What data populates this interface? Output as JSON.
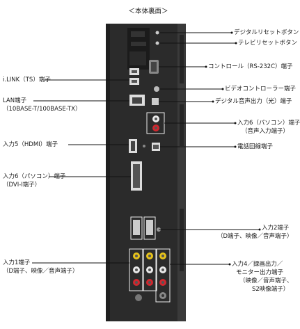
{
  "title": "＜本体裏面＞",
  "labels": {
    "digital_reset": "デジタルリセットボタン",
    "tv_reset": "テレビリセットボタン",
    "control": "コントロール（RS-232C）端子",
    "video_controller": "ビデオコントローラー端子",
    "optical_out": "デジタル音声出力（光）端子",
    "input6_audio_1": "入力6（パソコン）端子",
    "input6_audio_2": "（音声入力端子）",
    "phone_line": "電話回線端子",
    "input2_1": "入力2端子",
    "input2_2": "（D端子、映像／音声端子）",
    "input4_1": "入力4／録画出力／",
    "input4_2": "モニター出力端子",
    "input4_3": "（映像／音声端子、",
    "input4_4": "S2映像端子）",
    "ilink": "i.LINK（TS）端子",
    "lan_1": "LAN端子",
    "lan_2": "（10BASE-T/100BASE-TX）",
    "input5": "入力5（HDMI）端子",
    "input6_dvi_1": "入力6（パソコン）端子",
    "input6_dvi_2": "（DVI-I端子）",
    "input1_1": "入力1端子",
    "input1_2": "（D端子、映像／音声端子）"
  },
  "colors": {
    "panel": "#2b2b2b",
    "panel_edge": "#1a1a1a",
    "leader": "#111111",
    "connector_red": "#d0272e",
    "connector_yellow": "#e6c21a",
    "connector_white": "#e9e9e9"
  }
}
